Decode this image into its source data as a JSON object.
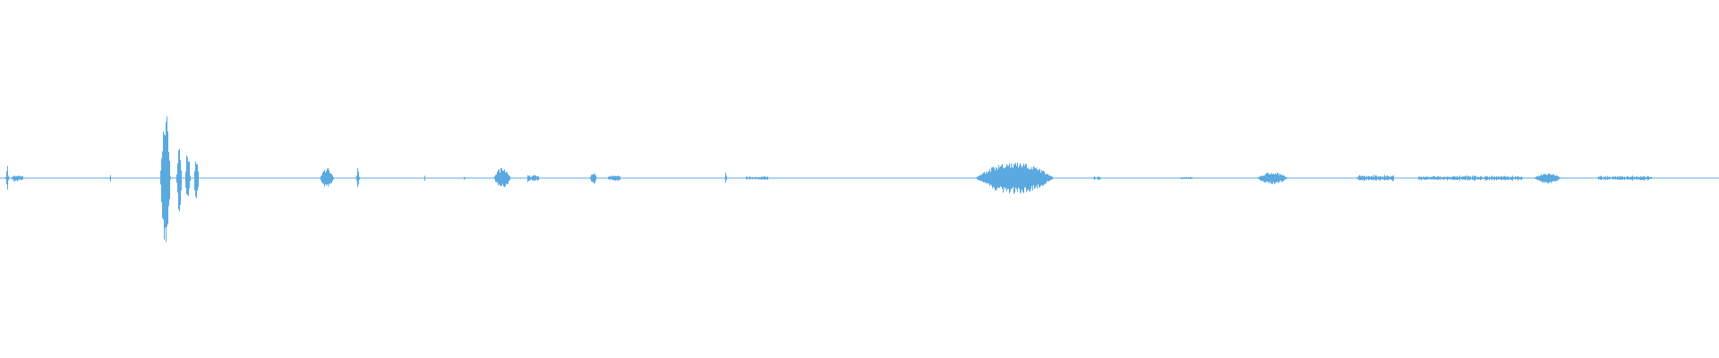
{
  "waveform": {
    "color": "#5aa9e0",
    "background": "#ffffff",
    "samples_per_second_hint": "",
    "bursts": [
      {
        "t": 0.004,
        "w": 0.003,
        "a": 0.11,
        "shape": "spike"
      },
      {
        "t": 0.01,
        "w": 0.006,
        "a": 0.02,
        "shape": "noise"
      },
      {
        "t": 0.064,
        "w": 0.002,
        "a": 0.03,
        "shape": "spike"
      },
      {
        "t": 0.096,
        "w": 0.006,
        "a": 0.38,
        "shape": "blob"
      },
      {
        "t": 0.104,
        "w": 0.003,
        "a": 0.22,
        "shape": "blob"
      },
      {
        "t": 0.109,
        "w": 0.003,
        "a": 0.16,
        "shape": "blob"
      },
      {
        "t": 0.114,
        "w": 0.003,
        "a": 0.12,
        "shape": "blob"
      },
      {
        "t": 0.19,
        "w": 0.008,
        "a": 0.06,
        "shape": "blob"
      },
      {
        "t": 0.208,
        "w": 0.003,
        "a": 0.11,
        "shape": "spike"
      },
      {
        "t": 0.247,
        "w": 0.001,
        "a": 0.04,
        "shape": "spike"
      },
      {
        "t": 0.27,
        "w": 0.002,
        "a": 0.02,
        "shape": "spike"
      },
      {
        "t": 0.292,
        "w": 0.01,
        "a": 0.06,
        "shape": "blob"
      },
      {
        "t": 0.31,
        "w": 0.006,
        "a": 0.025,
        "shape": "noise"
      },
      {
        "t": 0.345,
        "w": 0.004,
        "a": 0.035,
        "shape": "blob"
      },
      {
        "t": 0.357,
        "w": 0.006,
        "a": 0.02,
        "shape": "noise"
      },
      {
        "t": 0.422,
        "w": 0.002,
        "a": 0.07,
        "shape": "spike"
      },
      {
        "t": 0.44,
        "w": 0.012,
        "a": 0.012,
        "shape": "noise"
      },
      {
        "t": 0.59,
        "w": 0.046,
        "a": 0.09,
        "shape": "blob"
      },
      {
        "t": 0.638,
        "w": 0.004,
        "a": 0.012,
        "shape": "noise"
      },
      {
        "t": 0.69,
        "w": 0.006,
        "a": 0.01,
        "shape": "noise"
      },
      {
        "t": 0.74,
        "w": 0.018,
        "a": 0.035,
        "shape": "blob"
      },
      {
        "t": 0.8,
        "w": 0.02,
        "a": 0.02,
        "shape": "noise"
      },
      {
        "t": 0.855,
        "w": 0.06,
        "a": 0.015,
        "shape": "noise"
      },
      {
        "t": 0.9,
        "w": 0.016,
        "a": 0.03,
        "shape": "blob"
      },
      {
        "t": 0.945,
        "w": 0.03,
        "a": 0.015,
        "shape": "noise"
      }
    ]
  }
}
